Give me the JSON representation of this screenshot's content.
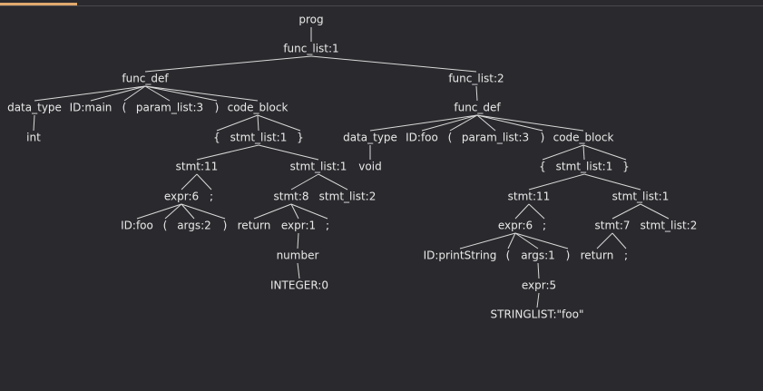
{
  "tree": {
    "nodes": [
      {
        "id": "n0",
        "label": "prog"
      },
      {
        "id": "n1",
        "label": "func_list:1"
      },
      {
        "id": "n2",
        "label": "func_def"
      },
      {
        "id": "n3",
        "label": "data_type"
      },
      {
        "id": "n4",
        "label": "int"
      },
      {
        "id": "n5",
        "label": "ID:main"
      },
      {
        "id": "n6",
        "label": "("
      },
      {
        "id": "n7",
        "label": "param_list:3"
      },
      {
        "id": "n8",
        "label": ")"
      },
      {
        "id": "n9",
        "label": "code_block"
      },
      {
        "id": "n10",
        "label": "{"
      },
      {
        "id": "n11",
        "label": "stmt_list:1"
      },
      {
        "id": "n12",
        "label": "}"
      },
      {
        "id": "n13",
        "label": "stmt:11"
      },
      {
        "id": "n14",
        "label": "expr:6"
      },
      {
        "id": "n15",
        "label": ";"
      },
      {
        "id": "n16",
        "label": "ID:foo"
      },
      {
        "id": "n17",
        "label": "("
      },
      {
        "id": "n18",
        "label": "args:2"
      },
      {
        "id": "n19",
        "label": ")"
      },
      {
        "id": "n20",
        "label": "stmt_list:1"
      },
      {
        "id": "n21",
        "label": "stmt:8"
      },
      {
        "id": "n22",
        "label": "stmt_list:2"
      },
      {
        "id": "n23",
        "label": "return"
      },
      {
        "id": "n24",
        "label": "expr:1"
      },
      {
        "id": "n25",
        "label": ";"
      },
      {
        "id": "n26",
        "label": "number"
      },
      {
        "id": "n27",
        "label": "INTEGER:0"
      },
      {
        "id": "n28",
        "label": "func_list:2"
      },
      {
        "id": "n29",
        "label": "func_def"
      },
      {
        "id": "n30",
        "label": "data_type"
      },
      {
        "id": "n31",
        "label": "void"
      },
      {
        "id": "n32",
        "label": "ID:foo"
      },
      {
        "id": "n33",
        "label": "("
      },
      {
        "id": "n34",
        "label": "param_list:3"
      },
      {
        "id": "n35",
        "label": ")"
      },
      {
        "id": "n36",
        "label": "code_block"
      },
      {
        "id": "n37",
        "label": "{"
      },
      {
        "id": "n38",
        "label": "stmt_list:1"
      },
      {
        "id": "n39",
        "label": "}"
      },
      {
        "id": "n40",
        "label": "stmt:11"
      },
      {
        "id": "n41",
        "label": "expr:6"
      },
      {
        "id": "n42",
        "label": ";"
      },
      {
        "id": "n43",
        "label": "ID:printString"
      },
      {
        "id": "n44",
        "label": "("
      },
      {
        "id": "n45",
        "label": "args:1"
      },
      {
        "id": "n46",
        "label": ")"
      },
      {
        "id": "n47",
        "label": "expr:5"
      },
      {
        "id": "n48",
        "label": "STRINGLIST:\"foo\""
      },
      {
        "id": "n49",
        "label": "stmt_list:1"
      },
      {
        "id": "n50",
        "label": "stmt:7"
      },
      {
        "id": "n51",
        "label": "stmt_list:2"
      },
      {
        "id": "n52",
        "label": "return"
      },
      {
        "id": "n53",
        "label": ";"
      }
    ],
    "edges": [
      [
        "n0",
        "n1"
      ],
      [
        "n1",
        "n2"
      ],
      [
        "n1",
        "n28"
      ],
      [
        "n2",
        "n3"
      ],
      [
        "n2",
        "n5"
      ],
      [
        "n2",
        "n6"
      ],
      [
        "n2",
        "n7"
      ],
      [
        "n2",
        "n8"
      ],
      [
        "n2",
        "n9"
      ],
      [
        "n3",
        "n4"
      ],
      [
        "n9",
        "n10"
      ],
      [
        "n9",
        "n11"
      ],
      [
        "n9",
        "n12"
      ],
      [
        "n11",
        "n13"
      ],
      [
        "n11",
        "n20"
      ],
      [
        "n13",
        "n14"
      ],
      [
        "n13",
        "n15"
      ],
      [
        "n14",
        "n16"
      ],
      [
        "n14",
        "n17"
      ],
      [
        "n14",
        "n18"
      ],
      [
        "n14",
        "n19"
      ],
      [
        "n20",
        "n21"
      ],
      [
        "n20",
        "n22"
      ],
      [
        "n21",
        "n23"
      ],
      [
        "n21",
        "n24"
      ],
      [
        "n21",
        "n25"
      ],
      [
        "n24",
        "n26"
      ],
      [
        "n26",
        "n27"
      ],
      [
        "n28",
        "n29"
      ],
      [
        "n29",
        "n30"
      ],
      [
        "n29",
        "n32"
      ],
      [
        "n29",
        "n33"
      ],
      [
        "n29",
        "n34"
      ],
      [
        "n29",
        "n35"
      ],
      [
        "n29",
        "n36"
      ],
      [
        "n30",
        "n31"
      ],
      [
        "n36",
        "n37"
      ],
      [
        "n36",
        "n38"
      ],
      [
        "n36",
        "n39"
      ],
      [
        "n38",
        "n40"
      ],
      [
        "n38",
        "n49"
      ],
      [
        "n40",
        "n41"
      ],
      [
        "n40",
        "n42"
      ],
      [
        "n41",
        "n43"
      ],
      [
        "n41",
        "n44"
      ],
      [
        "n41",
        "n45"
      ],
      [
        "n41",
        "n46"
      ],
      [
        "n45",
        "n47"
      ],
      [
        "n47",
        "n48"
      ],
      [
        "n49",
        "n50"
      ],
      [
        "n49",
        "n51"
      ],
      [
        "n50",
        "n52"
      ],
      [
        "n50",
        "n53"
      ]
    ]
  },
  "colors": {
    "background": "#2a2a2e",
    "text": "#e9e9e9",
    "edge": "#d9d9d9",
    "tab_accent": "#e0a96d"
  }
}
